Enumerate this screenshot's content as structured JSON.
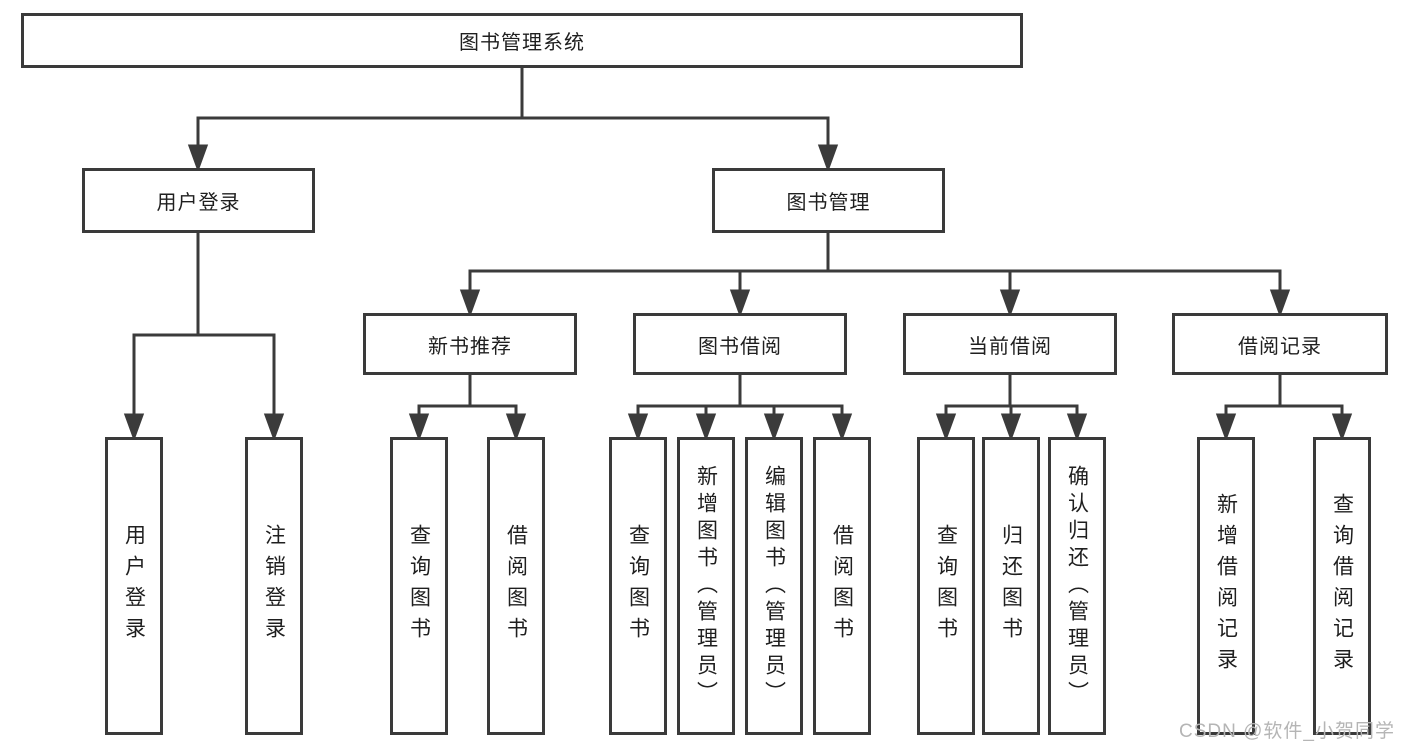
{
  "tree": {
    "root": {
      "label": "图书管理系统"
    },
    "branches": [
      {
        "label": "用户登录",
        "children": [
          {
            "label": "用户登录"
          },
          {
            "label": "注销登录"
          }
        ]
      },
      {
        "label": "图书管理",
        "children": [
          {
            "label": "新书推荐",
            "children": [
              {
                "label": "查询图书"
              },
              {
                "label": "借阅图书"
              }
            ]
          },
          {
            "label": "图书借阅",
            "children": [
              {
                "label": "查询图书"
              },
              {
                "label": "新增图书（管理员）"
              },
              {
                "label": "编辑图书（管理员）"
              },
              {
                "label": "借阅图书"
              }
            ]
          },
          {
            "label": "当前借阅",
            "children": [
              {
                "label": "查询图书"
              },
              {
                "label": "归还图书"
              },
              {
                "label": "确认归还（管理员）"
              }
            ]
          },
          {
            "label": "借阅记录",
            "children": [
              {
                "label": "新增借阅记录"
              },
              {
                "label": "查询借阅记录"
              }
            ]
          }
        ]
      }
    ]
  },
  "watermark": "CSDN @软件_小贺同学",
  "colors": {
    "line": "#3b3b3b",
    "box_border": "#3a3a3a",
    "box_fill": "#ffffff",
    "text": "#1f1f1f",
    "watermark": "#b5b5b5",
    "background": "#ffffff"
  }
}
